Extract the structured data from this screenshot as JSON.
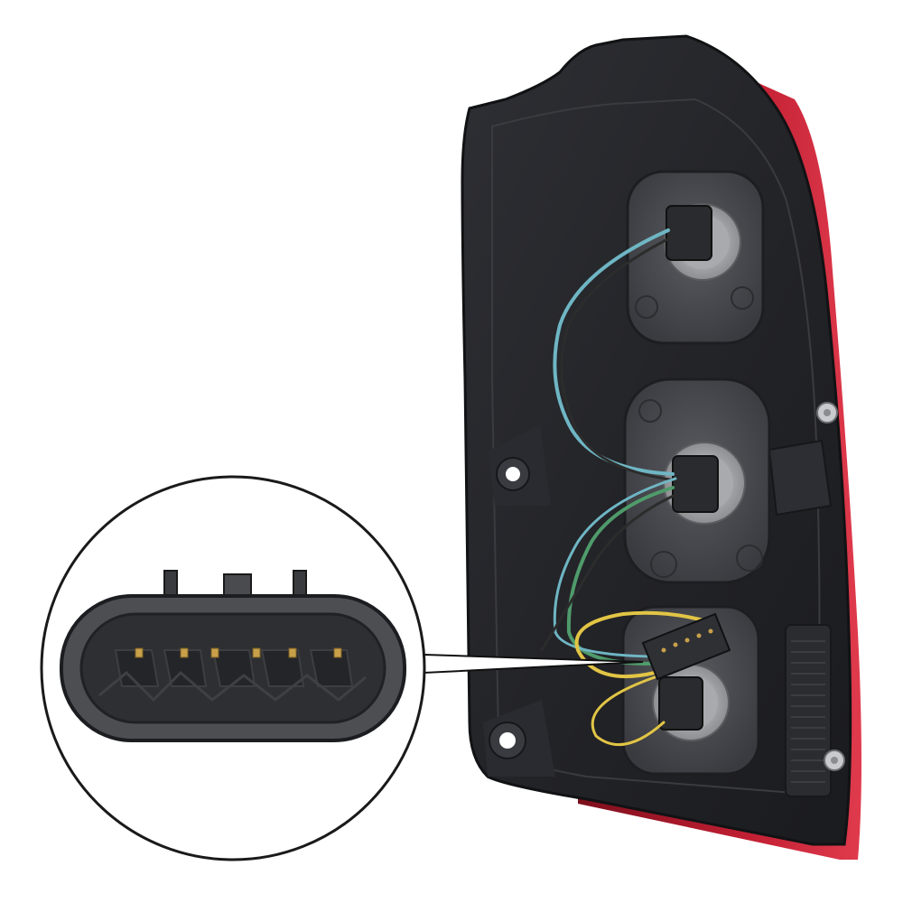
{
  "image": {
    "subject": "tail-light-assembly-back",
    "background_color": "#ffffff",
    "housing_color": "#26272b",
    "lens_color": "#b3182a",
    "wire_colors": [
      "#6fb6c4",
      "#2c2c2c",
      "#4f9b6b",
      "#e2c545"
    ],
    "inset": {
      "subject": "connector-closeup",
      "border_color": "#1a1a1a",
      "pin_color": "#c8a04a",
      "pin_count": 6
    }
  }
}
